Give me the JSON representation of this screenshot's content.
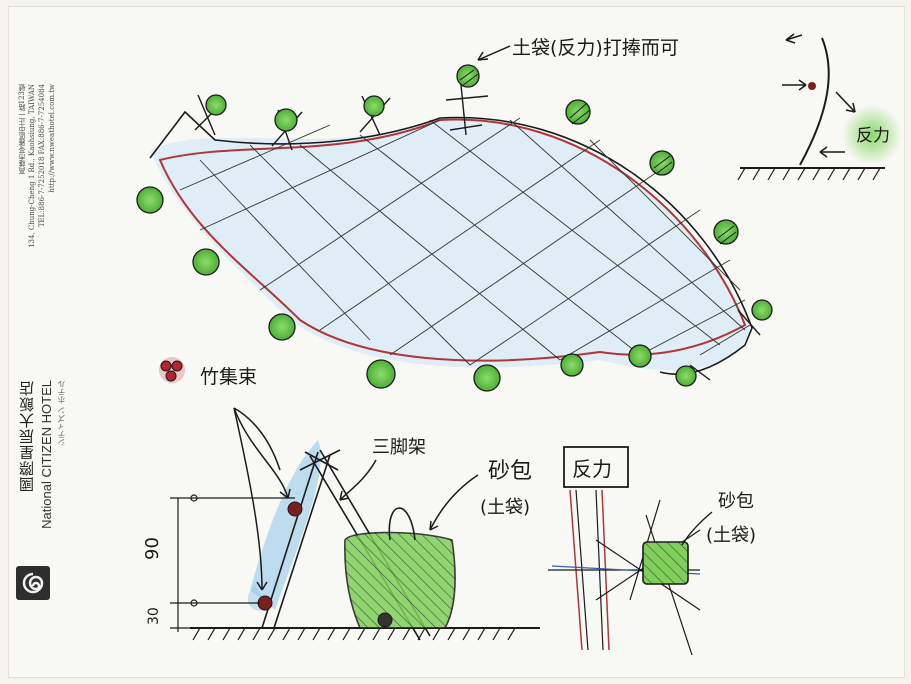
{
  "stationery": {
    "hotel_cn": "國際星辰大飯店",
    "hotel_en": "National CITIZEN HOTEL",
    "hotel_jp": "シティズン ホテル",
    "address_lines": [
      "高雄市苓雅區中正一路123號",
      "134, Chung-Cheng 1 Rd., Kaohsiung, TAIWAN",
      "TEL:886-7-7252018 FAX:886-7-7254084",
      "http://www.nweathotel.com.tw"
    ]
  },
  "sketch": {
    "labels": {
      "anchor_note": "土袋(反力)打捧而可",
      "counterforce": "反力",
      "bamboo_bundle": "竹集束",
      "tripod": "三脚架",
      "sandbag": "砂包",
      "earth_bag": "(土袋)",
      "counterforce_box": "反力",
      "sandbag_right": "砂包",
      "earth_bag_right": "(土袋)",
      "dim_90": "90",
      "dim_30": "30"
    },
    "colors": {
      "net_outline": "#b0363a",
      "green_ball": "#5fbf3b",
      "blue_wash": "#8cc6ea",
      "ink": "#1b1b1b"
    }
  }
}
